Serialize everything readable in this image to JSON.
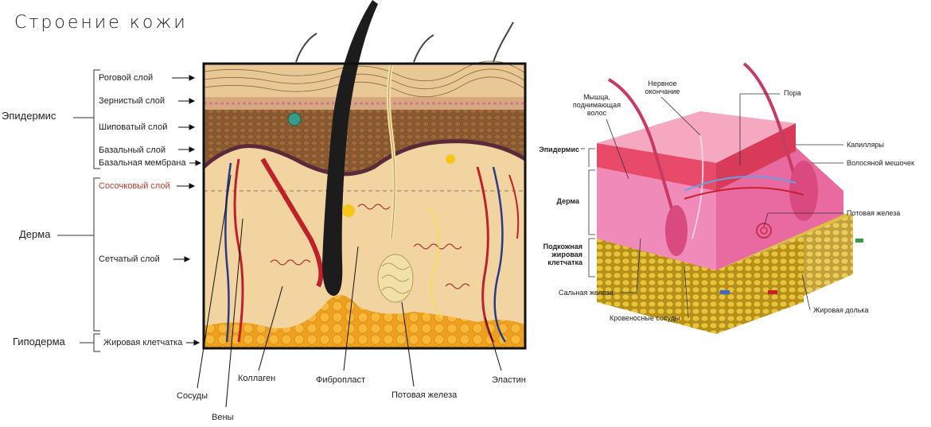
{
  "title": "Строение кожи",
  "left": {
    "groups": {
      "epidermis": "Эпидермис",
      "dermis": "Дерма",
      "hypodermis": "Гиподерма"
    },
    "layers": {
      "stratum_corneum": "Роговой слой",
      "stratum_granulosum": "Зернистый слой",
      "stratum_spinosum": "Шиповатый слой",
      "stratum_basale": "Базальный слой",
      "basement_membrane": "Базальная мембрана",
      "papillary_layer": "Сосочковый слой",
      "reticular_layer": "Сетчатый слой",
      "fat_tissue": "Жировая клетчатка"
    },
    "bottom": {
      "vessels": "Сосуды",
      "veins": "Вены",
      "collagen": "Коллаген",
      "fibroblast": "Фибропласт",
      "sweat_gland": "Потовая железа",
      "elastin": "Эластин"
    },
    "colors": {
      "papillary_label": "#c0392b"
    }
  },
  "right": {
    "groups": {
      "epidermis": "Эпидермис",
      "dermis": "Дерма",
      "subcutaneous": "Подкожная жировая клетчатка"
    },
    "labels": {
      "muscle": "Мышца, поднимающая волос",
      "nerve": "Нервное окончание",
      "pore": "Пора",
      "capillaries": "Капилляры",
      "follicle": "Волосяной мешочек",
      "sweat_gland": "Потовая железа",
      "sebaceous": "Сальная железа",
      "blood_vessels": "Кровеносные сосуды",
      "fat_lobule": "Жировая долька"
    }
  }
}
